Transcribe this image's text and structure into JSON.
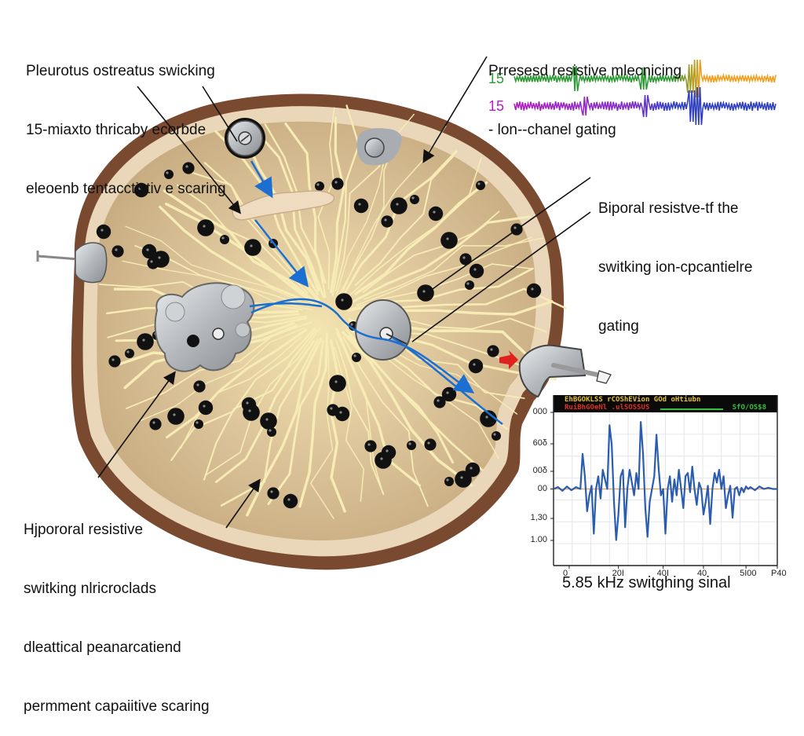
{
  "annotations": {
    "top_left": [
      "Pleurotus ostreatus swicking",
      "15-miaxto thricaby ecorbde",
      "eleoenb tentacctistiv e scaring"
    ],
    "top_right": [
      "Prresesd resistive mlecnicing",
      "- lon--chanel gating"
    ],
    "middle_right": [
      "Biporal resistve-tf the",
      "switking ion-cpcantielre",
      "gating"
    ],
    "bottom_left": [
      "Hjpororal resistive",
      "switking nlricroclads",
      "dleattical peanarcatiend",
      "permment capaiitive scaring"
    ]
  },
  "wave_traces": {
    "trace_1_label": "15",
    "trace_2_label": "15",
    "colors": {
      "trace_1_start": "#2e9a35",
      "trace_1_end": "#f0a020",
      "trace_2_start": "#b020c0",
      "trace_2_end": "#3040c0"
    }
  },
  "illustration": {
    "subject": "Cross-section of mushroom tissue with electrodes",
    "colors": {
      "rim": "#7a4a30",
      "inner_rim": "#ead6b8",
      "tissue": "#d9c29a",
      "hyphae": "#f5e6a8",
      "nodule": "#111111",
      "metal": "#b8bcc0",
      "current_arrow": "#1c6fd0",
      "red_arrow": "#e02020"
    }
  },
  "chart_data": {
    "type": "line",
    "title": "",
    "header_line_1": "EhBGOKLSS rCOShEVion GOd oHtiubn",
    "header_line_2": "RuiBhGOeNl .ulSOSSUS",
    "header_value": "SfO/OS$8",
    "header_colors": {
      "line_1": "#e6c030",
      "line_2": "#e03020",
      "value": "#35c040",
      "background": "#0a0a0a"
    },
    "xlabel": "5.85 kHz switghing sinal",
    "ylabel": "",
    "x_ticks": [
      "0",
      "20I",
      "40I",
      "40",
      "5I00",
      "P40"
    ],
    "y_ticks": [
      "000",
      "60δ",
      "00δ",
      "00",
      "1,30",
      "1.00"
    ],
    "xlim": [
      0,
      100
    ],
    "ylim": [
      -1.2,
      1.2
    ],
    "grid": true,
    "baseline_color": "#e8a050",
    "series": [
      {
        "name": "switching signal",
        "color": "#2a5db0",
        "x": [
          0,
          2,
          4,
          6,
          8,
          10,
          12,
          13,
          14,
          15,
          16,
          17,
          18,
          19,
          20,
          21,
          22,
          23,
          24,
          25,
          26,
          27,
          28,
          29,
          30,
          31,
          32,
          33,
          34,
          35,
          36,
          37,
          38,
          39,
          40,
          41,
          42,
          43,
          44,
          45,
          46,
          47,
          48,
          49,
          50,
          51,
          52,
          53,
          54,
          55,
          56,
          57,
          58,
          59,
          60,
          61,
          62,
          63,
          64,
          65,
          66,
          67,
          68,
          69,
          70,
          71,
          72,
          73,
          74,
          75,
          76,
          77,
          78,
          79,
          80,
          81,
          82,
          83,
          84,
          85,
          86,
          87,
          88,
          90,
          92,
          94,
          96,
          98,
          100
        ],
        "y": [
          0.0,
          0.03,
          -0.03,
          0.04,
          -0.02,
          0.03,
          0.0,
          0.55,
          0.2,
          -0.35,
          -0.1,
          0.05,
          -0.7,
          0.0,
          0.2,
          -0.15,
          0.3,
          0.15,
          0.0,
          1.0,
          0.7,
          -0.2,
          -0.8,
          -0.4,
          0.2,
          0.3,
          -0.6,
          0.0,
          0.3,
          0.1,
          -0.1,
          0.25,
          0.0,
          1.05,
          0.55,
          -0.3,
          -0.75,
          -0.2,
          0.0,
          0.2,
          0.85,
          0.3,
          -0.1,
          0.0,
          -0.7,
          0.0,
          0.2,
          -0.2,
          0.15,
          -0.1,
          0.3,
          0.0,
          -0.3,
          0.2,
          0.25,
          -0.05,
          0.35,
          0.0,
          -0.25,
          0.1,
          0.0,
          -0.4,
          -0.2,
          0.05,
          -0.55,
          0.0,
          0.25,
          0.1,
          0.3,
          0.0,
          0.2,
          -0.3,
          -0.1,
          0.05,
          -0.45,
          0.0,
          0.03,
          -0.1,
          0.02,
          -0.05,
          0.04,
          0.0,
          0.03,
          -0.02,
          0.04,
          0.0,
          0.02,
          0.0,
          0.0
        ]
      }
    ]
  }
}
